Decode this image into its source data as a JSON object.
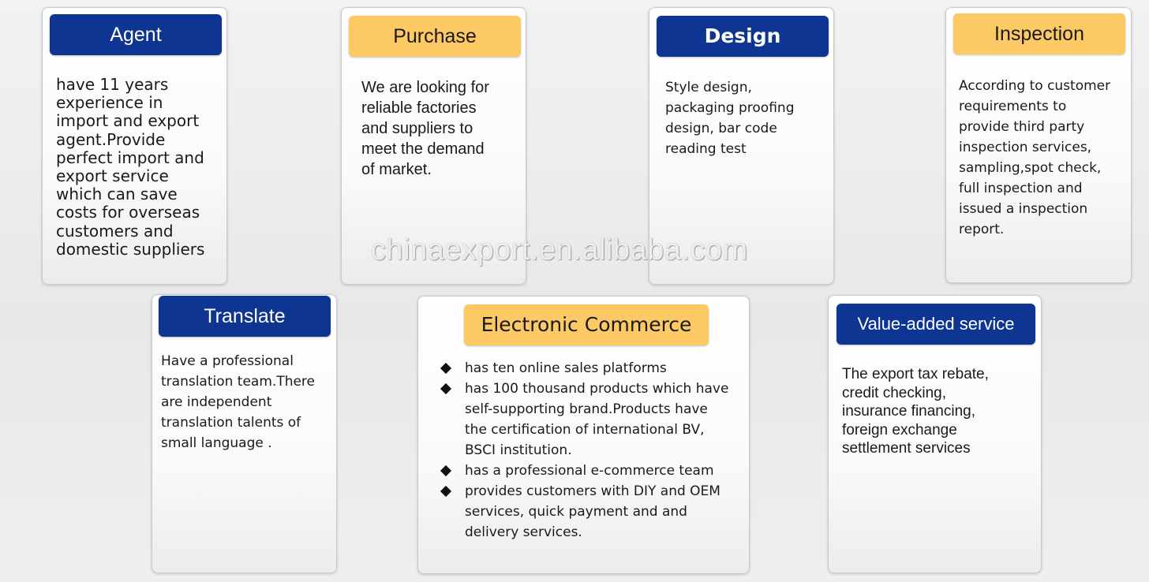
{
  "watermark": "chinaexport.en.alibaba.com",
  "colors": {
    "navy": "#0e3592",
    "gold": "#fcc964"
  },
  "cards": {
    "agent": {
      "title": "Agent",
      "text": "have 11 years\nexperience in\nimport and export\nagent.Provide\nperfect import and\nexport service\nwhich can save\ncosts for overseas\ncustomers and\ndomestic suppliers"
    },
    "purchase": {
      "title": "Purchase",
      "text": "We are looking for\nreliable factories\nand suppliers to\nmeet the demand\nof market."
    },
    "design": {
      "title": "Design",
      "text": "Style design,\npackaging proofing\ndesign, bar code\nreading test"
    },
    "inspection": {
      "title": "Inspection",
      "text": "According to customer\nrequirements to\nprovide third party\ninspection services,\nsampling,spot check,\nfull inspection and\nissued a inspection\nreport."
    },
    "translate": {
      "title": "Translate",
      "text": "Have a professional\ntranslation team.There\nare independent\ntranslation talents of\nsmall language ."
    },
    "ecommerce": {
      "title": "Electronic Commerce",
      "items": [
        "has ten online sales platforms",
        "has 100 thousand products which have\nself-supporting brand.Products have\nthe certification of international BV,\nBSCI institution.",
        "has a professional e-commerce team",
        "provides customers with DIY and OEM\nservices, quick payment and and\ndelivery services."
      ]
    },
    "value_added": {
      "title": "Value-added service",
      "text": "The export tax rebate,\ncredit checking,\ninsurance financing,\nforeign exchange\nsettlement services"
    }
  }
}
